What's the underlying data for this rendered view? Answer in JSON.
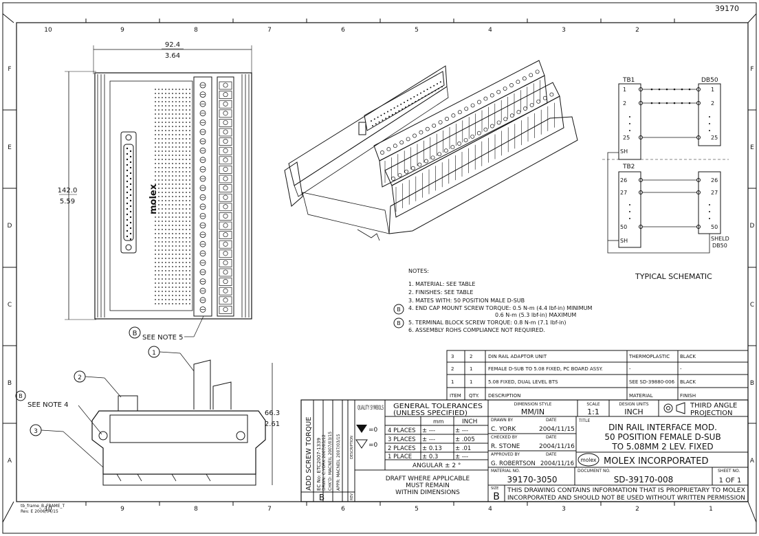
{
  "drawing_number_top": "39170",
  "zones_columns_top": [
    "10",
    "9",
    "8",
    "7",
    "6",
    "5",
    "4",
    "3",
    "2",
    "1"
  ],
  "zones_rows_left": [
    "F",
    "E",
    "D",
    "C",
    "B",
    "A"
  ],
  "front_view": {
    "width_mm": "92.4",
    "width_in": "3.64",
    "height_mm": "142.0",
    "height_in": "5.59",
    "brand": "molex",
    "callout_letter": "B",
    "callout_text": "SEE NOTE 5"
  },
  "side_view": {
    "callout_1": "1",
    "callout_2": "2",
    "callout_3": "3",
    "callout_b": "B",
    "see_note_4": "SEE NOTE 4",
    "height_mm": "66.3",
    "height_in": "2.61"
  },
  "notes": {
    "heading": "NOTES:",
    "items": [
      "1. MATERIAL: SEE TABLE",
      "2. FINISHES: SEE TABLE",
      "3. MATES WITH: 50 POSITION MALE D-SUB",
      "4. END CAP MOUNT SCREW TORQUE: 0.5 N-m (4.4 lbf-in) MINIMUM",
      "0.6 N-m (5.3 lbf-in) MAXIMUM",
      "5. TERMINAL BLOCK SCREW TORQUE: 0.8 N-m (7.1 lbf-in)",
      "6. ASSEMBLY ROHS COMPLIANCE NOT REQUIRED."
    ],
    "callout_letter": "B"
  },
  "schematic": {
    "title": "TYPICAL SCHEMATIC",
    "tb1": "TB1",
    "db50": "DB50",
    "tb2": "TB2",
    "pins_tb1": [
      "1",
      "2",
      "25",
      "SH"
    ],
    "pins_db_top": [
      "1",
      "2",
      "25"
    ],
    "pins_tb2": [
      "26",
      "27",
      "50",
      "SH"
    ],
    "pins_db_bottom": [
      "26",
      "27",
      "50"
    ],
    "shield_label": "SHELD",
    "shield_sub": "DB50"
  },
  "bom": {
    "rows": [
      {
        "item": "3",
        "qty": "2",
        "desc": "DIN RAIL ADAPTOR UNIT",
        "material": "THERMOPLASTIC",
        "finish": "BLACK"
      },
      {
        "item": "2",
        "qty": "1",
        "desc": "FEMALE D-SUB TO 5.08 FIXED, PC BOARD ASSY.",
        "material": "-",
        "finish": "-"
      },
      {
        "item": "1",
        "qty": "1",
        "desc": "5.08 FIXED, DUAL LEVEL BTS",
        "material": "SEE SD-39880-006",
        "finish": "BLACK"
      }
    ],
    "headers": {
      "item": "ITEM",
      "qty": "QTY.",
      "desc": "DESCRIPTION",
      "material": "MATERIAL",
      "finish": "FINISH"
    }
  },
  "title_block": {
    "revision_vertical": "ADD SCREW TORQUE",
    "ec_no": "EC No: ETC2007-1339",
    "drwn": "DRWN: C.YORK 2007/03/12",
    "chkd": "CHK'D: MACNEIL 2007/03/15",
    "appr": "APPR: MACNEIL 2007/03/15",
    "desc_label": "DESCRIPTION",
    "rev_label": "REV",
    "rev_letter": "B",
    "quality_symbols": "QUALITY SYMBOLS",
    "qs1": "=0",
    "qs2": "=0",
    "gt_title": "GENERAL TOLERANCES",
    "gt_sub": "(UNLESS SPECIFIED)",
    "mm": "mm",
    "inch": "INCH",
    "tol_rows": [
      {
        "places": "4 PLACES",
        "mm": "± ---",
        "inch": "± ---"
      },
      {
        "places": "3 PLACES",
        "mm": "± ---",
        "inch": "± .005"
      },
      {
        "places": "2 PLACES",
        "mm": "± 0.13",
        "inch": "± .01"
      },
      {
        "places": "1 PLACE",
        "mm": "± 0.3",
        "inch": "± ---"
      }
    ],
    "angular": "ANGULAR ± 2 °",
    "draft1": "DRAFT WHERE APPLICABLE",
    "draft2": "MUST REMAIN",
    "draft3": "WITHIN DIMENSIONS",
    "dim_style_label": "DIMENSION STYLE",
    "dim_style": "MM/IN",
    "scale_label": "SCALE",
    "scale": "1:1",
    "design_units_label": "DESIGN UNITS",
    "design_units": "INCH",
    "projection1": "THIRD ANGLE",
    "projection2": "PROJECTION",
    "drawn_by_label": "DRAWN BY",
    "drawn_by": "C. YORK",
    "drawn_date": "2004/11/15",
    "checked_by_label": "CHECKED BY",
    "checked_by": "R. STONE",
    "checked_date": "2004/11/16",
    "approved_by_label": "APPROVED BY",
    "approved_by": "G. ROBERTSON",
    "approved_date": "2004/11/16",
    "date_label": "DATE",
    "title_label": "TITLE",
    "title1": "DIN RAIL INTERFACE MOD.",
    "title2": "50 POSITION FEMALE D-SUB",
    "title3": "TO 5.08MM 2 LEV. FIXED",
    "company_logo": "molex",
    "company": "MOLEX INCORPORATED",
    "material_no_label": "MATERIAL NO.",
    "material_no": "39170-3050",
    "document_no_label": "DOCUMENT NO.",
    "document_no": "SD-39170-008",
    "sheet_no_label": "SHEET NO.",
    "sheet_no": "1 OF 1",
    "size_label": "SIZE",
    "size": "B",
    "prop1": "THIS DRAWING CONTAINS INFORMATION THAT IS PROPRIETARY TO MOLEX",
    "prop2": "INCORPORATED AND SHOULD NOT BE USED WITHOUT WRITTEN PERMISSION"
  },
  "frame_info": {
    "line1": "tb_frame_B_FRAME_T",
    "line2": "Rev. E 2006/04/15"
  }
}
